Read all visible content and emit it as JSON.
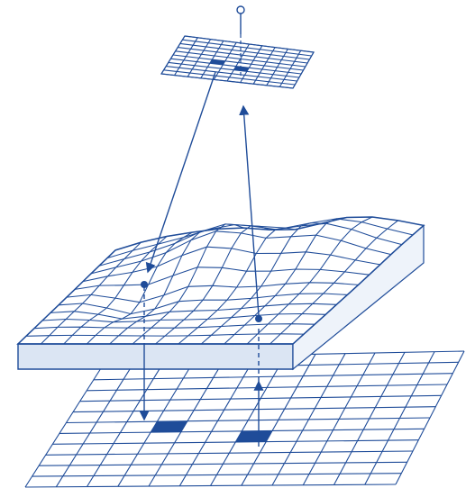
{
  "diagram": {
    "colors": {
      "line": "#1f4c99",
      "fill_light": "#dbe5f3",
      "fill_dark": "#1f4c99",
      "background": "#ffffff"
    },
    "components": [
      "image-plane-grid",
      "projection-center",
      "terrain-surface-mesh",
      "ground-raster-grid",
      "projection-rays",
      "highlighted-cells"
    ]
  }
}
